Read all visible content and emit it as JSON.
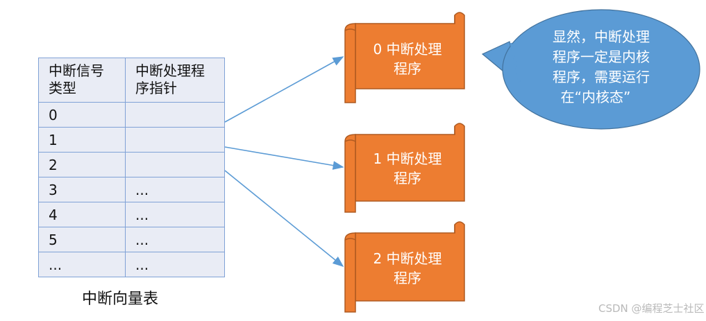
{
  "table": {
    "header": [
      "中断信号类型",
      "中断处理程序指针"
    ],
    "rows": [
      {
        "signal": "0",
        "pointer": ""
      },
      {
        "signal": "1",
        "pointer": ""
      },
      {
        "signal": "2",
        "pointer": ""
      },
      {
        "signal": "3",
        "pointer": "..."
      },
      {
        "signal": "4",
        "pointer": "..."
      },
      {
        "signal": "5",
        "pointer": "..."
      },
      {
        "signal": "...",
        "pointer": "..."
      }
    ],
    "caption": "中断向量表"
  },
  "handlers": [
    {
      "line1": "0 中断处理",
      "line2": "程序"
    },
    {
      "line1": "1 中断处理",
      "line2": "程序"
    },
    {
      "line1": "2 中断处理",
      "line2": "程序"
    }
  ],
  "callout": {
    "lines": [
      "显然，中断处理",
      "程序一定是内核",
      "程序，需要运行",
      "在“内核态”"
    ]
  },
  "watermark": "CSDN @编程芝士社区",
  "colors": {
    "table_border": "#7fa1d6",
    "table_fill": "#e9ecf5",
    "scroll_fill": "#ed7d31",
    "scroll_stroke": "#ae5a21",
    "bubble_fill": "#5b9bd5",
    "arrow": "#5b9bd5"
  }
}
